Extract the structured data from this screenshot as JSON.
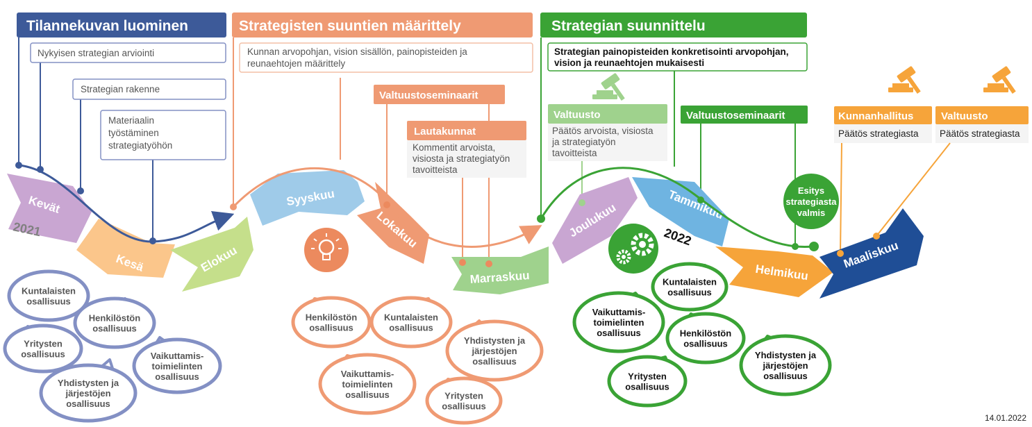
{
  "colors": {
    "blue": "#3d5a99",
    "blue_light": "#8390c4",
    "orange": "#ef9a73",
    "orange_dark": "#ec8a5e",
    "green": "#3aa335",
    "green_light": "#9fd28d",
    "gold": "#f6a43a",
    "navy": "#1f4e96",
    "purple": "#c9a6d2",
    "peach": "#fbc68b",
    "lime": "#c5df8b",
    "sky": "#9fcbe9",
    "gray_text": "#555555"
  },
  "phases": {
    "p1": "Tilannekuvan luominen",
    "p2": "Strategisten suuntien määrittely",
    "p3": "Strategian suunnittelu"
  },
  "boxes": {
    "b1": "Nykyisen strategian arviointi",
    "b2": "Strategian rakenne",
    "b3": [
      "Materiaalin",
      "työstäminen",
      "strategiatyöhön"
    ],
    "b4": [
      "Kunnan arvopohjan, vision sisällön, painopisteiden ja",
      "reunaehtojen määrittely"
    ],
    "b5": [
      "Strategian painopisteiden konkretisointi arvopohjan,",
      "vision ja reunaehtojen mukaisesti"
    ]
  },
  "events": {
    "valtuustoseminaarit": "Valtuustoseminaarit",
    "lautakunnat": "Lautakunnat",
    "lautakunnat_desc": [
      "Kommentit arvoista,",
      "visiosta ja strategiatyön",
      "tavoitteista"
    ],
    "valtuusto": "Valtuusto",
    "valtuusto_desc": [
      "Päätös arvoista, visiosta",
      "ja strategiatyön",
      "tavoitteista"
    ],
    "valtuustoseminaarit2": "Valtuustoseminaarit",
    "kunnanhallitus": "Kunnanhallitus",
    "kunnanhallitus_desc": "Päätös strategiasta",
    "valtuusto2": "Valtuusto",
    "valtuusto2_desc": "Päätös strategiasta",
    "esitys": [
      "Esitys",
      "strategiasta",
      "valmis"
    ]
  },
  "months": {
    "kevat": "Kevät",
    "kesa": "Kesä",
    "elokuu": "Elokuu",
    "syyskuu": "Syyskuu",
    "lokakuu": "Lokakuu",
    "marraskuu": "Marraskuu",
    "joulukuu": "Joulukuu",
    "tammikuu": "Tammikuu",
    "helmikuu": "Helmikuu",
    "maaliskuu": "Maaliskuu"
  },
  "years": {
    "y2021": "2021",
    "y2022": "2022"
  },
  "bubbles": {
    "blue": [
      [
        "Kuntalaisten",
        "osallisuus"
      ],
      [
        "Henkilöstön",
        "osallisuus"
      ],
      [
        "Yritysten",
        "osallisuus"
      ],
      [
        "Vaikuttamis-",
        "toimielinten",
        "osallisuus"
      ],
      [
        "Yhdistysten ja",
        "järjestöjen",
        "osallisuus"
      ]
    ],
    "orange": [
      [
        "Henkilöstön",
        "osallisuus"
      ],
      [
        "Kuntalaisten",
        "osallisuus"
      ],
      [
        "Yhdistysten ja",
        "järjestöjen",
        "osallisuus"
      ],
      [
        "Vaikuttamis-",
        "toimielinten",
        "osallisuus"
      ],
      [
        "Yritysten",
        "osallisuus"
      ]
    ],
    "green": [
      [
        "Kuntalaisten",
        "osallisuus"
      ],
      [
        "Vaikuttamis-",
        "toimielinten",
        "osallisuus"
      ],
      [
        "Henkilöstön",
        "osallisuus"
      ],
      [
        "Yhdistysten ja",
        "järjestöjen",
        "osallisuus"
      ],
      [
        "Yritysten",
        "osallisuus"
      ]
    ]
  },
  "icons": {
    "lightbulb": "lightbulb-icon",
    "gears": "gears-icon",
    "gavel": "gavel-icon"
  },
  "footer_date": "14.01.2022"
}
